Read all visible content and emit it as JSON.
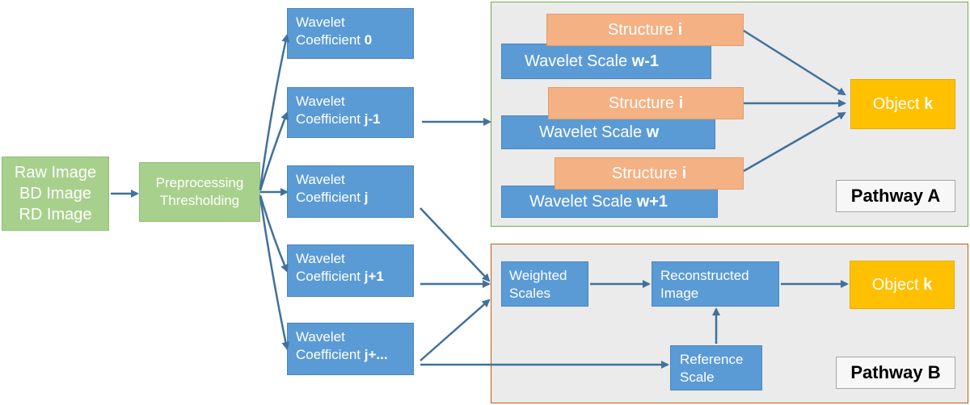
{
  "input": {
    "line1": "Raw Image",
    "line2": "BD Image",
    "line3": "RD Image"
  },
  "preprocess": {
    "line1": "Preprocessing",
    "line2": "Thresholding"
  },
  "coefficients": [
    {
      "label": "Wavelet",
      "prefix": "Coefficient ",
      "index": "0"
    },
    {
      "label": "Wavelet",
      "prefix": "Coefficient ",
      "index": "j-1"
    },
    {
      "label": "Wavelet",
      "prefix": "Coefficient ",
      "index": "j"
    },
    {
      "label": "Wavelet",
      "prefix": "Coefficient ",
      "index": "j+1"
    },
    {
      "label": "Wavelet",
      "prefix": "Coefficient ",
      "index": "j+..."
    }
  ],
  "pathwayA": {
    "label": "Pathway A",
    "structures": [
      {
        "text": "Structure ",
        "index": "i"
      },
      {
        "text": "Structure ",
        "index": "i"
      },
      {
        "text": "Structure ",
        "index": "i"
      }
    ],
    "scales": [
      {
        "text": "Wavelet Scale ",
        "index": "w-1"
      },
      {
        "text": "Wavelet Scale ",
        "index": "w"
      },
      {
        "text": "Wavelet Scale ",
        "index": "w+1"
      }
    ],
    "object": {
      "text": "Object ",
      "index": "k"
    }
  },
  "pathwayB": {
    "label": "Pathway B",
    "weighted": {
      "line1": "Weighted",
      "line2": "Scales"
    },
    "reconstructed": {
      "line1": "Reconstructed",
      "line2": "Image"
    },
    "reference": {
      "line1": "Reference",
      "line2": "Scale"
    },
    "object": {
      "text": "Object ",
      "index": "k"
    }
  },
  "colors": {
    "input_green": "#a8d08d",
    "coefficient_blue": "#5b9bd5",
    "structure_orange": "#f4b183",
    "object_gold": "#ffc000",
    "arrow": "#41719c",
    "pathway_a_border": "#70ad47",
    "pathway_b_border": "#c55a11"
  }
}
